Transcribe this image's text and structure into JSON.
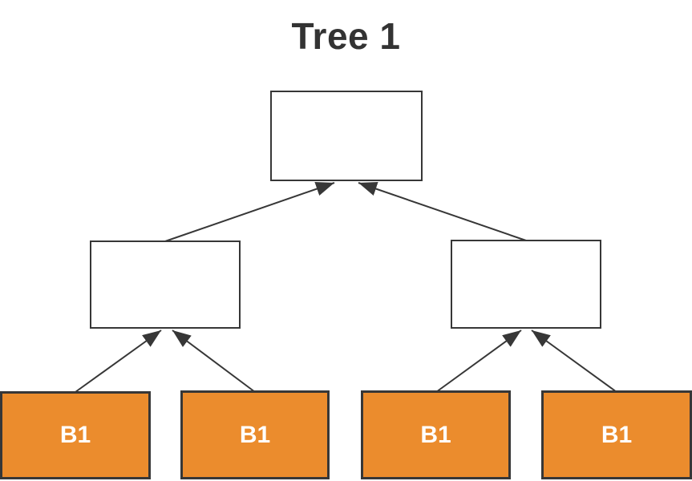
{
  "title": "Tree 1",
  "colors": {
    "background": "#ffffff",
    "title_text": "#333333",
    "edge": "#373737",
    "node_border": "#373737",
    "node_fill": "#ffffff",
    "leaf_fill": "#EB8C2D",
    "leaf_text": "#ffffff"
  },
  "nodes": {
    "root": {
      "label": ""
    },
    "internal_left": {
      "label": ""
    },
    "internal_right": {
      "label": ""
    },
    "leaf_1": {
      "label": "B1"
    },
    "leaf_2": {
      "label": "B1"
    },
    "leaf_3": {
      "label": "B1"
    },
    "leaf_4": {
      "label": "B1"
    }
  },
  "edges": [
    {
      "from": "internal_left",
      "to": "root"
    },
    {
      "from": "internal_right",
      "to": "root"
    },
    {
      "from": "leaf_1",
      "to": "internal_left"
    },
    {
      "from": "leaf_2",
      "to": "internal_left"
    },
    {
      "from": "leaf_3",
      "to": "internal_right"
    },
    {
      "from": "leaf_4",
      "to": "internal_right"
    }
  ]
}
